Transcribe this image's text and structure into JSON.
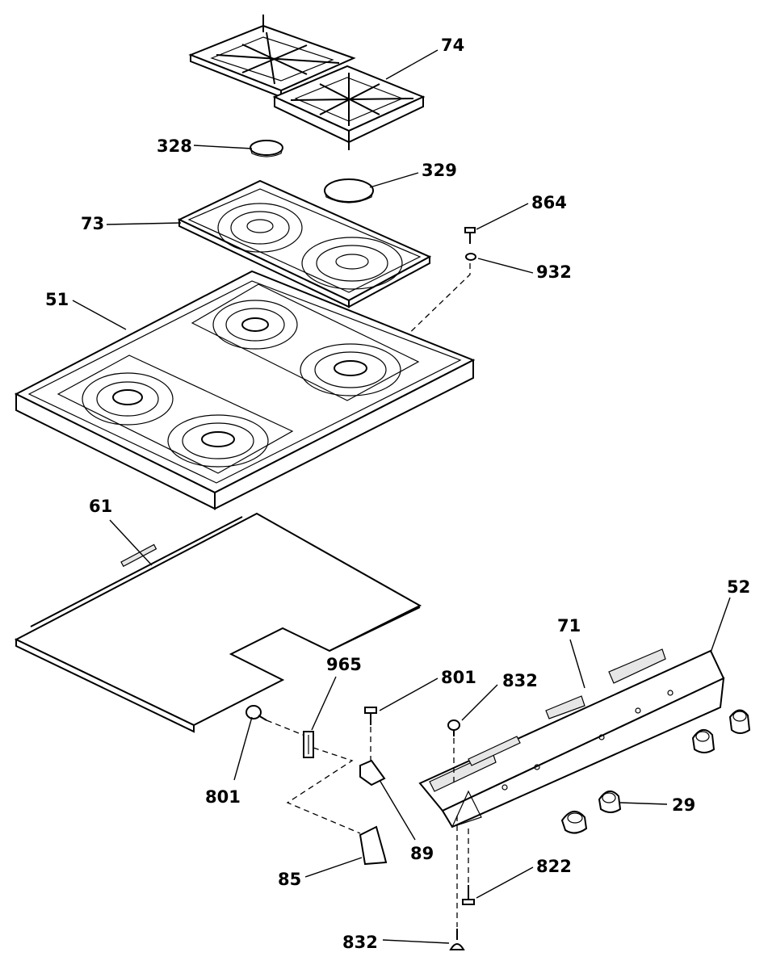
{
  "diagram": {
    "labels": {
      "p74": "74",
      "p328": "328",
      "p329": "329",
      "p864": "864",
      "p73": "73",
      "p932": "932",
      "p51": "51",
      "p61": "61",
      "p52": "52",
      "p71": "71",
      "p965": "965",
      "p801a": "801",
      "p832a": "832",
      "p801b": "801",
      "p29": "29",
      "p89": "89",
      "p822": "822",
      "p85": "85",
      "p832b": "832"
    }
  }
}
